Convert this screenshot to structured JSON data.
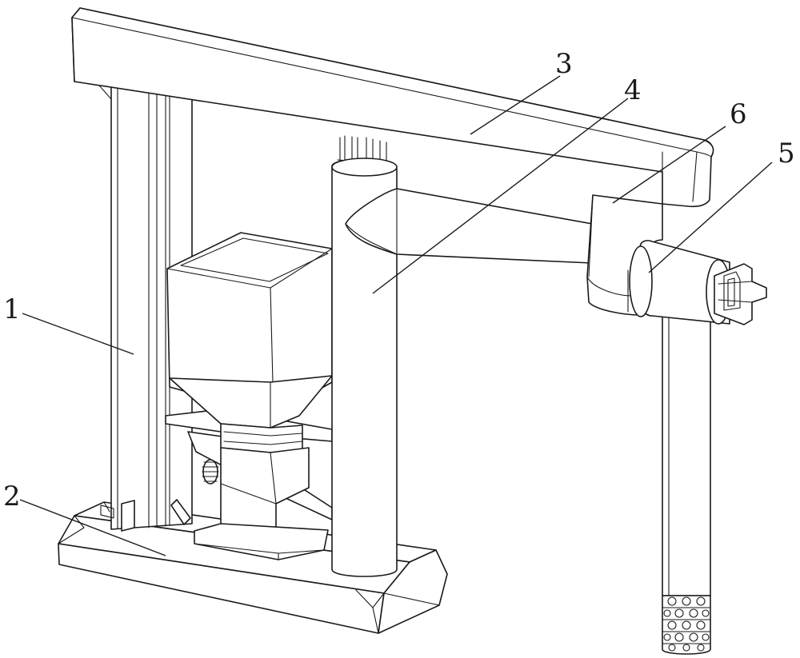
{
  "diagram": {
    "callouts": [
      {
        "id": "c1",
        "label": "1"
      },
      {
        "id": "c2",
        "label": "2"
      },
      {
        "id": "c3",
        "label": "3"
      },
      {
        "id": "c4",
        "label": "4"
      },
      {
        "id": "c5",
        "label": "5"
      },
      {
        "id": "c6",
        "label": "6"
      }
    ]
  }
}
